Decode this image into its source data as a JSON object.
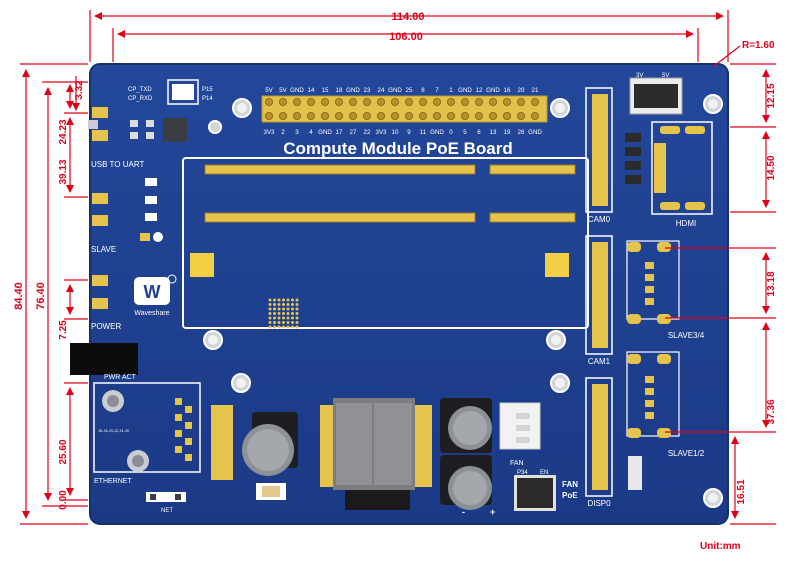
{
  "colors": {
    "pcb": "#1f3f8c",
    "pcb_edge": "#16306e",
    "silkscreen": "#ffffff",
    "dimension": "#e0001a",
    "gold": "#e6c34a",
    "connector": "#2a2a2a",
    "pad": "#d9b24a"
  },
  "board": {
    "title": "Compute Module PoE Board",
    "brand": "Waveshare",
    "pin_header_top": [
      "5V",
      "5V",
      "GND",
      "14",
      "15",
      "18",
      "GND",
      "23",
      "24",
      "GND",
      "25",
      "8",
      "7",
      "1",
      "GND",
      "12",
      "GND",
      "16",
      "20",
      "21"
    ],
    "pin_header_bottom": [
      "3V3",
      "2",
      "3",
      "4",
      "GND",
      "17",
      "27",
      "22",
      "3V3",
      "10",
      "9",
      "11",
      "GND",
      "0",
      "5",
      "6",
      "13",
      "19",
      "26",
      "GND"
    ],
    "labels": {
      "cp_txd": "CP_TXD",
      "cp_rxd": "CP_RXD",
      "p15": "P15",
      "p14": "P14",
      "usb_to_uart": "USB TO UART",
      "slave": "SLAVE",
      "power": "POWER",
      "pwr_act": "PWR ACT",
      "ethernet": "ETHERNET",
      "net": "NET",
      "cam0": "CAM0",
      "cam1": "CAM1",
      "disp0": "DISP0",
      "hdmi": "HDMI",
      "slave34": "SLAVE3/4",
      "slave12": "SLAVE1/2",
      "fan": "FAN",
      "fan_poe": "FAN\nPoE",
      "p34": "P34",
      "en": "EN",
      "v3v": "3V",
      "v5v": "5V",
      "plus": "+",
      "minus": "-",
      "eth_pins": "J5,J4,J3,J2,J1,J0"
    }
  },
  "dimensions": {
    "width_total": "114.00",
    "width_holes": "106.00",
    "radius": "R=1.60",
    "left": [
      "84.40",
      "76.40",
      "24.23",
      "39.13",
      "7.25",
      "25.60",
      "0.00",
      "3.32"
    ],
    "right": [
      "12.15",
      "14.50",
      "13.18",
      "37.36",
      "16.51"
    ],
    "unit": "Unit:mm"
  }
}
